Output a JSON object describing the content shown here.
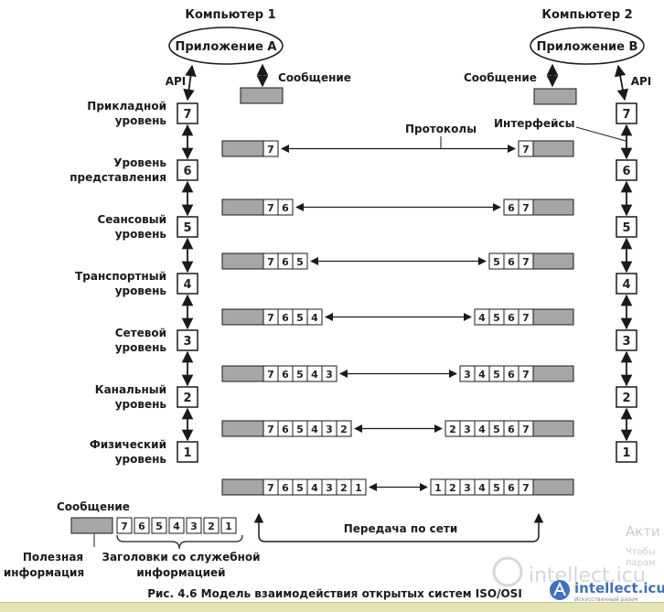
{
  "computers": {
    "left": {
      "title": "Компьютер 1",
      "app": "Приложение A",
      "api": "API",
      "message": "Сообщение"
    },
    "right": {
      "title": "Компьютер 2",
      "app": "Приложение B",
      "api": "API",
      "message": "Сообщение"
    }
  },
  "layers": [
    {
      "number": "7",
      "name": [
        "Прикладной",
        "уровень"
      ]
    },
    {
      "number": "6",
      "name": [
        "Уровень",
        "представления"
      ]
    },
    {
      "number": "5",
      "name": [
        "Сеансовый",
        "уровень"
      ]
    },
    {
      "number": "4",
      "name": [
        "Транспортный",
        "уровень"
      ]
    },
    {
      "number": "3",
      "name": [
        "Сетевой",
        "уровень"
      ]
    },
    {
      "number": "2",
      "name": [
        "Канальный",
        "уровень"
      ]
    },
    {
      "number": "1",
      "name": [
        "Физический",
        "уровень"
      ]
    }
  ],
  "packets": {
    "left_headers": [
      [
        "7"
      ],
      [
        "7",
        "6"
      ],
      [
        "7",
        "6",
        "5"
      ],
      [
        "7",
        "6",
        "5",
        "4"
      ],
      [
        "7",
        "6",
        "5",
        "4",
        "3"
      ],
      [
        "7",
        "6",
        "5",
        "4",
        "3",
        "2"
      ],
      [
        "7",
        "6",
        "5",
        "4",
        "3",
        "2",
        "1"
      ]
    ],
    "right_headers": [
      [
        "7"
      ],
      [
        "6",
        "7"
      ],
      [
        "5",
        "6",
        "7"
      ],
      [
        "4",
        "5",
        "6",
        "7"
      ],
      [
        "3",
        "4",
        "5",
        "6",
        "7"
      ],
      [
        "2",
        "3",
        "4",
        "5",
        "6",
        "7"
      ],
      [
        "1",
        "2",
        "3",
        "4",
        "5",
        "6",
        "7"
      ]
    ]
  },
  "annotations": {
    "protocols": "Протоколы",
    "interfaces": "Интерфейсы",
    "network_transfer": "Передача по сети"
  },
  "legend": {
    "message": "Сообщение",
    "headers": [
      "7",
      "6",
      "5",
      "4",
      "3",
      "2",
      "1"
    ],
    "payload_label": [
      "Полезная",
      "информация"
    ],
    "headers_label": [
      "Заголовки со служебной",
      "информацией"
    ]
  },
  "caption": "Рис. 4.6  Модель взаимодействия открытых систем ISO/OSI",
  "watermark": {
    "activate": [
      "Акти",
      "Чтобы",
      "парам"
    ],
    "site": "intellect.icu",
    "tagline": "Искусственный разум"
  },
  "colors": {
    "payload_fill": "#a6a6a6",
    "ink": "#1a1a1a",
    "watermark": "#c9ccd3",
    "badge_blue": "#3d6fc4"
  }
}
